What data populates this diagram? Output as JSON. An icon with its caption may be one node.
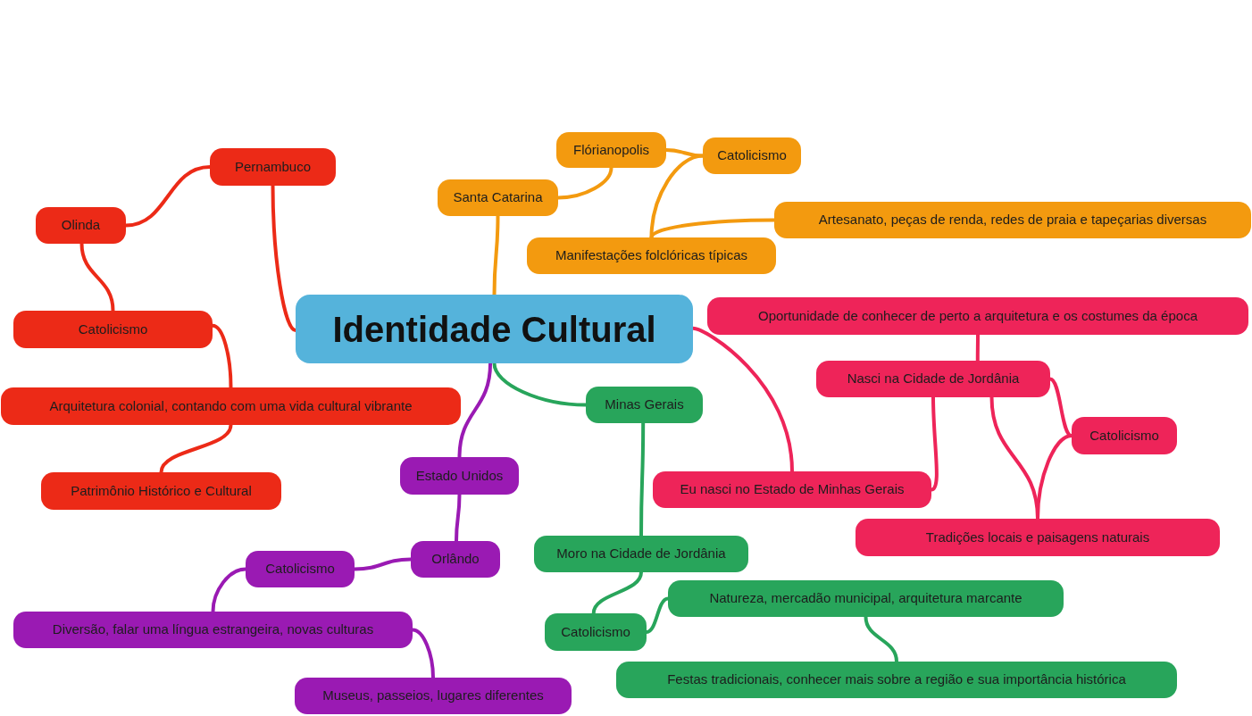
{
  "diagram": {
    "nodes": [
      {
        "text": [
          "Identidade Cultural"
        ]
      },
      {
        "text": [
          "Pernambuco"
        ]
      },
      {
        "text": [
          "Olinda"
        ]
      },
      {
        "text": [
          "Catolicismo"
        ]
      },
      {
        "text": [
          "Arquitetura colonial, contando com uma vida cultural vibrante"
        ]
      },
      {
        "text": [
          "Patrimônio Histórico e Cultural"
        ]
      },
      {
        "text": [
          "Santa Catarina"
        ]
      },
      {
        "text": [
          "Flórianopolis"
        ]
      },
      {
        "text": [
          "Catolicismo"
        ]
      },
      {
        "text": [
          "Manifestações folclóricas típicas"
        ]
      },
      {
        "text": [
          "Artesanato, peças de renda, redes de praia e tapeçarias diversas"
        ]
      },
      {
        "text": [
          "Oportunidade de conhecer de perto a arquitetura e os costumes da época"
        ]
      },
      {
        "text": [
          "Nasci na Cidade de Jordânia"
        ]
      },
      {
        "text": [
          "Catolicismo"
        ]
      },
      {
        "text": [
          "Eu nasci no Estado de Minhas Gerais"
        ]
      },
      {
        "text": [
          "Tradições locais e paisagens naturais"
        ]
      },
      {
        "text": [
          "Minas Gerais"
        ]
      },
      {
        "text": [
          "Moro na Cidade de Jordânia"
        ]
      },
      {
        "text": [
          "Catolicismo"
        ]
      },
      {
        "text": [
          "Natureza, mercadão municipal, arquitetura marcante"
        ]
      },
      {
        "text": [
          "Festas tradicionais, conhecer mais sobre a região e sua importância histórica"
        ]
      },
      {
        "text": [
          "Estado Unidos"
        ]
      },
      {
        "text": [
          "Orlândo"
        ]
      },
      {
        "text": [
          "Catolicismo"
        ]
      },
      {
        "text": [
          "Diversão, falar uma língua estrangeira, novas culturas"
        ]
      },
      {
        "text": [
          "Museus, passeios, lugares diferentes"
        ]
      }
    ],
    "edges": [
      {
        "from": 0,
        "to": 1,
        "arrow": "none",
        "color": "#ec2a17"
      },
      {
        "from": 1,
        "to": 2,
        "arrow": "none",
        "color": "#ec2a17"
      },
      {
        "from": 2,
        "to": 3,
        "arrow": "none",
        "color": "#ec2a17"
      },
      {
        "from": 3,
        "to": 4,
        "arrow": "none",
        "color": "#ec2a17"
      },
      {
        "from": 4,
        "to": 5,
        "arrow": "none",
        "color": "#ec2a17"
      },
      {
        "from": 0,
        "to": 6,
        "arrow": "none",
        "color": "#f39a0f"
      },
      {
        "from": 6,
        "to": 7,
        "arrow": "none",
        "color": "#f39a0f"
      },
      {
        "from": 7,
        "to": 8,
        "arrow": "none",
        "color": "#f39a0f"
      },
      {
        "from": 8,
        "to": 9,
        "arrow": "none",
        "color": "#f39a0f"
      },
      {
        "from": 9,
        "to": 10,
        "arrow": "none",
        "color": "#f39a0f"
      },
      {
        "from": 0,
        "to": 14,
        "arrow": "none",
        "color": "#ee2459"
      },
      {
        "from": 14,
        "to": 12,
        "arrow": "none",
        "color": "#ee2459"
      },
      {
        "from": 12,
        "to": 11,
        "arrow": "none",
        "color": "#ee2459"
      },
      {
        "from": 12,
        "to": 13,
        "arrow": "none",
        "color": "#ee2459"
      },
      {
        "from": 12,
        "to": 15,
        "arrow": "none",
        "color": "#ee2459"
      },
      {
        "from": 13,
        "to": 15,
        "arrow": "none",
        "color": "#ee2459"
      },
      {
        "from": 0,
        "to": 16,
        "arrow": "none",
        "color": "#28a55b"
      },
      {
        "from": 16,
        "to": 17,
        "arrow": "none",
        "color": "#28a55b"
      },
      {
        "from": 17,
        "to": 18,
        "arrow": "none",
        "color": "#28a55b"
      },
      {
        "from": 18,
        "to": 19,
        "arrow": "none",
        "color": "#28a55b"
      },
      {
        "from": 19,
        "to": 20,
        "arrow": "none",
        "color": "#28a55b"
      },
      {
        "from": 0,
        "to": 21,
        "arrow": "none",
        "color": "#9a1ab3"
      },
      {
        "from": 21,
        "to": 22,
        "arrow": "none",
        "color": "#9a1ab3"
      },
      {
        "from": 22,
        "to": 23,
        "arrow": "none",
        "color": "#9a1ab3"
      },
      {
        "from": 23,
        "to": 24,
        "arrow": "none",
        "color": "#9a1ab3"
      },
      {
        "from": 24,
        "to": 25,
        "arrow": "none",
        "color": "#9a1ab3"
      }
    ]
  }
}
